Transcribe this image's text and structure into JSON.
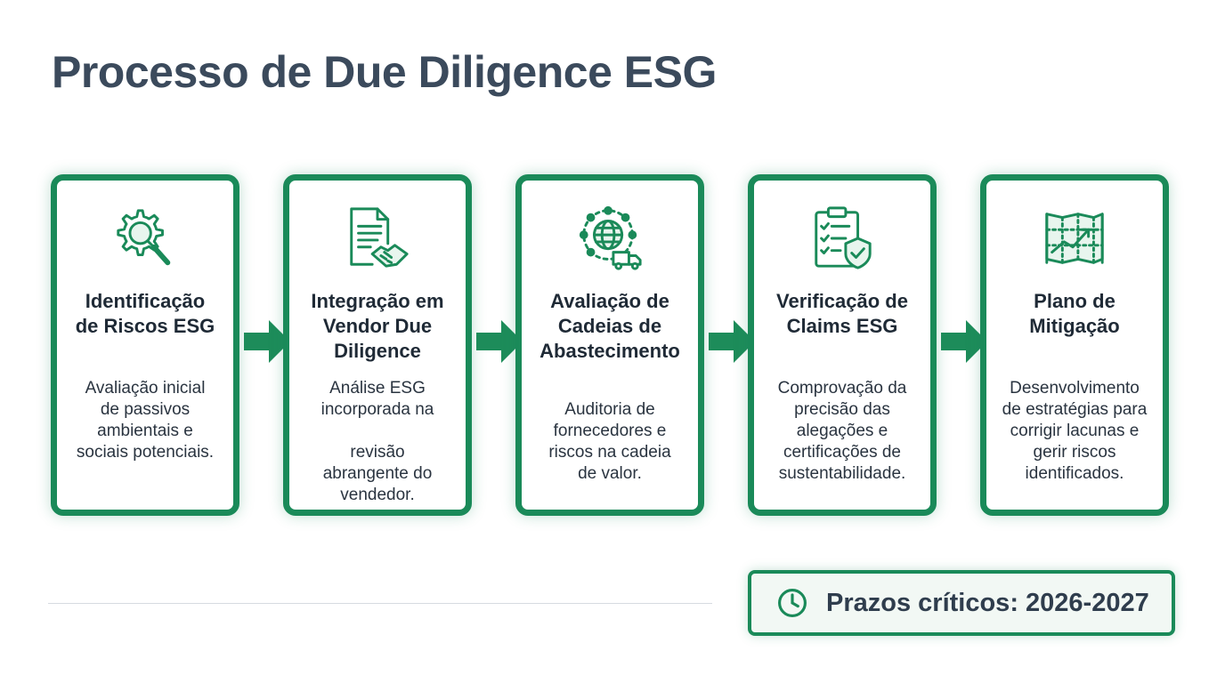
{
  "title": "Processo de Due Diligence ESG",
  "colors": {
    "accent": "#1a8a59",
    "arrow": "#1d8c5a",
    "title_text": "#3b4a5c",
    "card_background": "#ffffff",
    "deadline_background": "#f2f8f4"
  },
  "steps": [
    {
      "icon": "gear-magnifier-icon",
      "title_lines": [
        "Identificação",
        "de Riscos ESG"
      ],
      "description_lines": [
        "Avaliação inicial",
        "de passivos",
        "ambientais e",
        "sociais potenciais."
      ]
    },
    {
      "icon": "document-handshake-icon",
      "title_lines": [
        "Integração em",
        "Vendor Due",
        "Diligence"
      ],
      "description_lines": [
        "Análise ESG",
        "incorporada na",
        "",
        "revisão",
        "abrangente do",
        "vendedor."
      ]
    },
    {
      "icon": "globe-network-truck-icon",
      "title_lines": [
        "Avaliação de",
        "Cadeias de",
        "Abastecimento"
      ],
      "description_lines": [
        "Auditoria de",
        "fornecedores e",
        "riscos na cadeia",
        "de valor."
      ]
    },
    {
      "icon": "clipboard-checklist-shield-icon",
      "title_lines": [
        "Verificação de",
        "Claims ESG"
      ],
      "description_lines": [
        "Comprovação da",
        "precisão das",
        "alegações e",
        "certificações de",
        "sustentabilidade."
      ]
    },
    {
      "icon": "map-growth-chart-icon",
      "title_lines": [
        "Plano de",
        "Mitigação"
      ],
      "description_lines": [
        "Desenvolvimento",
        "de estratégias para",
        "corrigir lacunas e",
        "gerir riscos",
        "identificados."
      ]
    }
  ],
  "deadline": {
    "icon": "clock-icon",
    "text": "Prazos críticos: 2026-2027"
  }
}
